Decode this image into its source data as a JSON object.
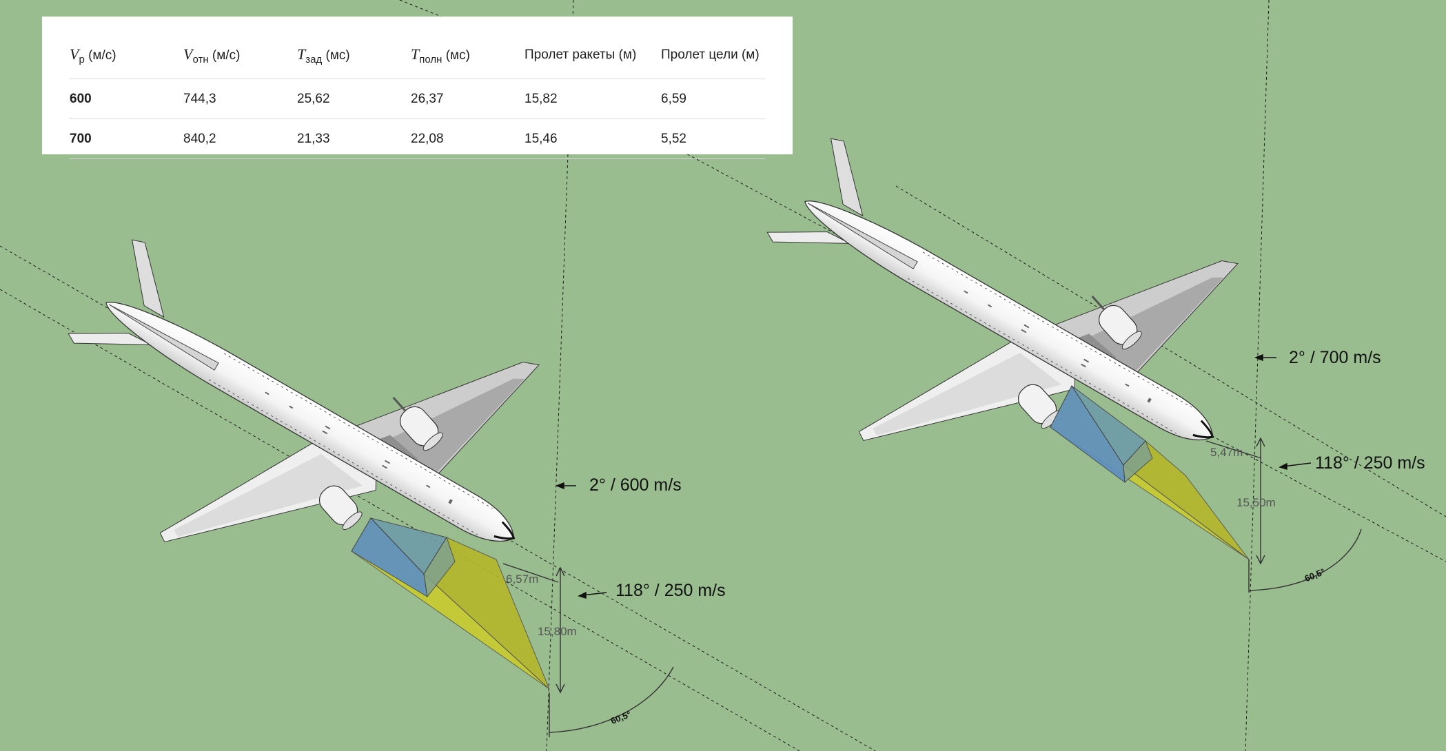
{
  "table": {
    "headers": [
      {
        "sym": "V",
        "sub": "р",
        "unit": " (м/с)"
      },
      {
        "sym": "V",
        "sub": "отн",
        "unit": " (м/с)"
      },
      {
        "sym": "T",
        "sub": "зад",
        "unit": " (мс)"
      },
      {
        "sym": "T",
        "sub": "полн",
        "unit": " (мс)"
      },
      {
        "sym": "",
        "sub": "",
        "unit": "Пролет ракеты (м)"
      },
      {
        "sym": "",
        "sub": "",
        "unit": "Пролет цели (м)"
      }
    ],
    "rows": [
      [
        "600",
        "744,3",
        "25,62",
        "26,37",
        "15,82",
        "6,59"
      ],
      [
        "700",
        "840,2",
        "21,33",
        "22,08",
        "15,46",
        "5,52"
      ]
    ]
  },
  "left": {
    "missile_label": "2° / 600 m/s",
    "aircraft_label": "118° / 250 m/s",
    "dim_target": "6,57m",
    "dim_missile": "15,80m",
    "angle": "60,5°"
  },
  "right": {
    "missile_label": "2° / 700 m/s",
    "aircraft_label": "118° / 250 m/s",
    "dim_target": "5,47m",
    "dim_missile": "15,50m",
    "angle": "60,5°"
  },
  "colors": {
    "ground": "#99bd8f",
    "fragment_blue": "#5b8fc4",
    "fragment_yellow": "#c9cc2e",
    "fuselage": "#ffffff",
    "wing_gray": "#a6a6a6"
  }
}
